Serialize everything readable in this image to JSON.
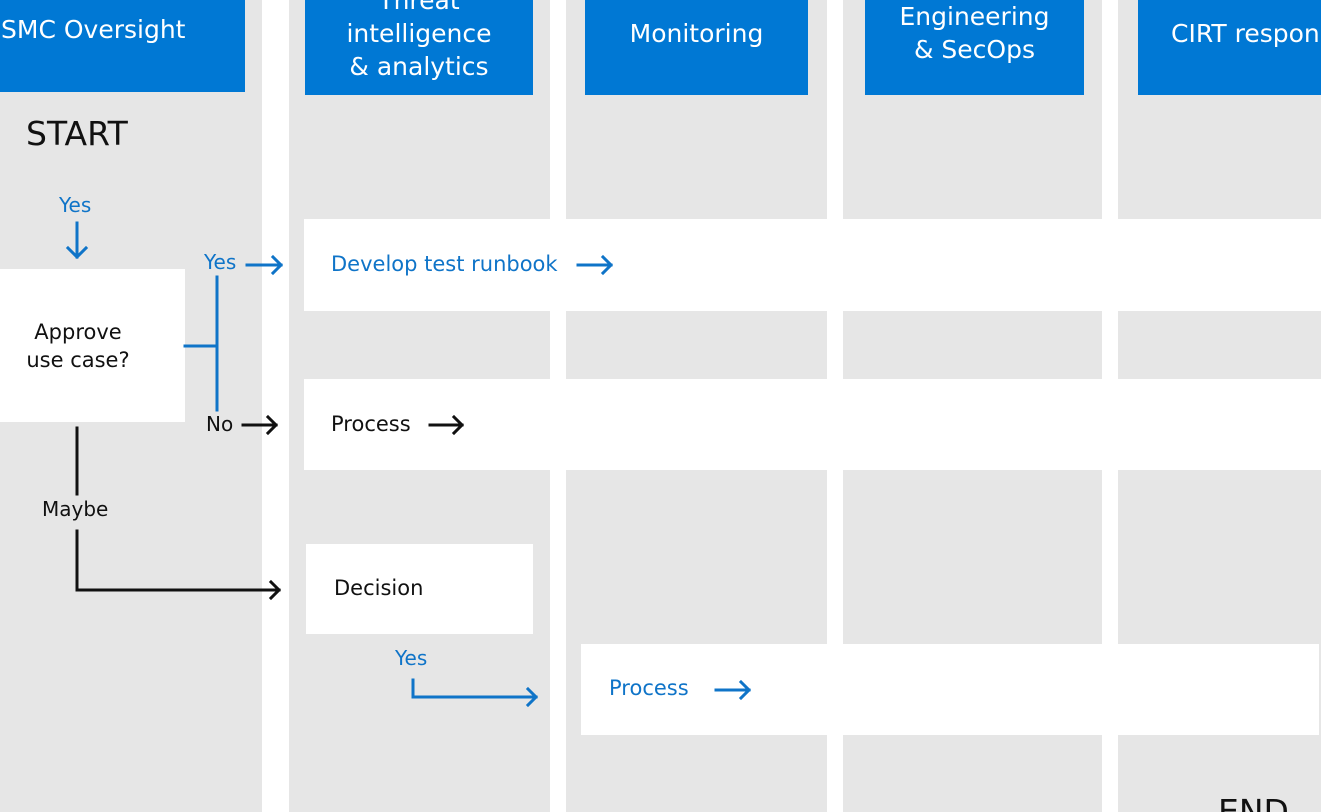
{
  "colors": {
    "header_bg": "#0078d4",
    "lane_bg": "#e6e6e6",
    "accent_blue": "#0f74c8",
    "black": "#111111"
  },
  "lanes": {
    "smc": "SMC Oversight",
    "threat": "Threat\nintelligence\n& analytics",
    "monitoring": "Monitoring",
    "engineering": "Engineering\n& SecOps",
    "cirt": "CIRT respon"
  },
  "labels": {
    "start": "START",
    "end": "END",
    "yes_top": "Yes",
    "approve": "Approve\nuse case?",
    "yes_branch": "Yes",
    "no_branch": "No",
    "maybe": "Maybe",
    "develop": "Develop test runbook",
    "process1": "Process",
    "decision": "Decision",
    "yes_decision": "Yes",
    "process2": "Process"
  }
}
